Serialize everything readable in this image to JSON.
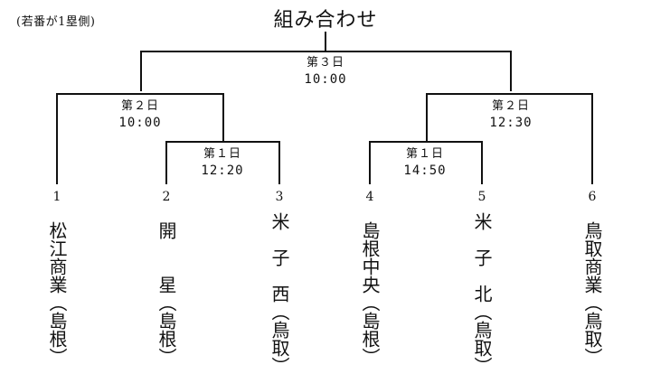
{
  "note": "(若番が1塁側)",
  "title": "組み合わせ",
  "matches": {
    "final": {
      "day": "第３日",
      "time": "10:00"
    },
    "semi_left": {
      "day": "第２日",
      "time": "10:00"
    },
    "semi_right": {
      "day": "第２日",
      "time": "12:30"
    },
    "first_left": {
      "day": "第１日",
      "time": "12:20"
    },
    "first_right": {
      "day": "第１日",
      "time": "14:50"
    }
  },
  "teams": [
    {
      "seed": "1",
      "name": "松江商業（島根）"
    },
    {
      "seed": "2",
      "name": "開　　星（島根）"
    },
    {
      "seed": "3",
      "name": "米　子　西（鳥取）"
    },
    {
      "seed": "4",
      "name": "島根中央（島根）"
    },
    {
      "seed": "5",
      "name": "米　子　北（鳥取）"
    },
    {
      "seed": "6",
      "name": "鳥取商業（鳥取）"
    }
  ]
}
